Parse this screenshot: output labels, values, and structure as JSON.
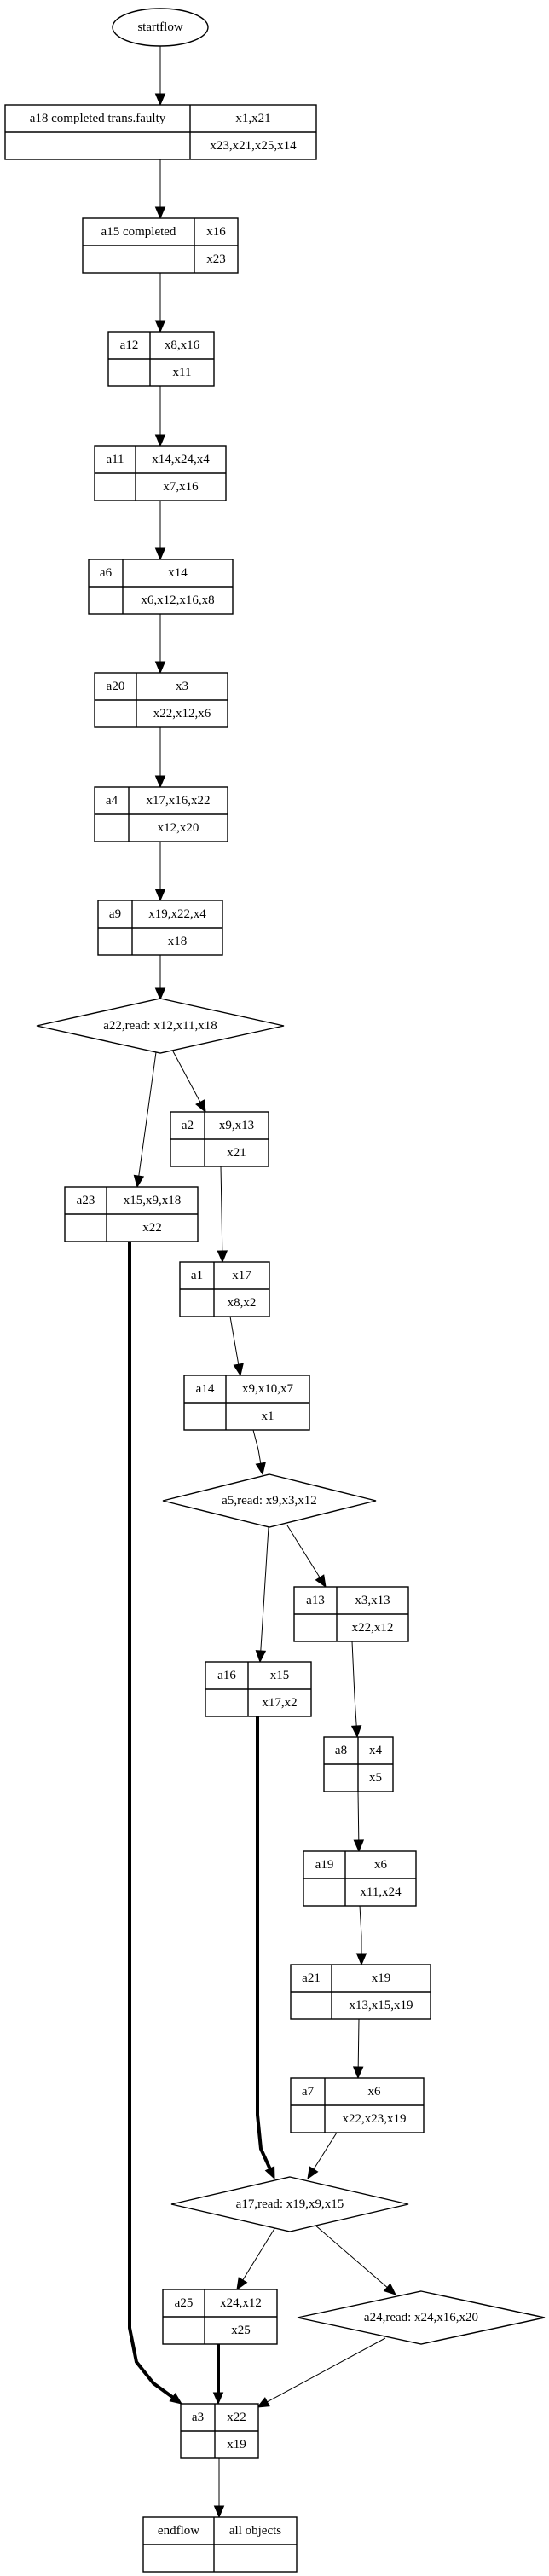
{
  "diagram": {
    "type": "process-flow",
    "start": {
      "id": "startflow",
      "label": "startflow",
      "shape": "ellipse"
    },
    "nodes": [
      {
        "id": "a18",
        "shape": "record",
        "name": "a18 completed trans.faulty",
        "top": "x1,x21",
        "bottom": "x23,x21,x25,x14"
      },
      {
        "id": "a15",
        "shape": "record",
        "name": "a15 completed",
        "top": "x16",
        "bottom": "x23"
      },
      {
        "id": "a12",
        "shape": "record",
        "name": "a12",
        "top": "x8,x16",
        "bottom": "x11"
      },
      {
        "id": "a11",
        "shape": "record",
        "name": "a11",
        "top": "x14,x24,x4",
        "bottom": "x7,x16"
      },
      {
        "id": "a6",
        "shape": "record",
        "name": "a6",
        "top": "x14",
        "bottom": "x6,x12,x16,x8"
      },
      {
        "id": "a20",
        "shape": "record",
        "name": "a20",
        "top": "x3",
        "bottom": "x22,x12,x6"
      },
      {
        "id": "a4",
        "shape": "record",
        "name": "a4",
        "top": "x17,x16,x22",
        "bottom": "x12,x20"
      },
      {
        "id": "a9",
        "shape": "record",
        "name": "a9",
        "top": "x19,x22,x4",
        "bottom": "x18"
      },
      {
        "id": "a22",
        "shape": "diamond",
        "label": "a22,read: x12,x11,x18"
      },
      {
        "id": "a2",
        "shape": "record",
        "name": "a2",
        "top": "x9,x13",
        "bottom": "x21"
      },
      {
        "id": "a23",
        "shape": "record",
        "name": "a23",
        "top": "x15,x9,x18",
        "bottom": "x22"
      },
      {
        "id": "a1",
        "shape": "record",
        "name": "a1",
        "top": "x17",
        "bottom": "x8,x2"
      },
      {
        "id": "a14",
        "shape": "record",
        "name": "a14",
        "top": "x9,x10,x7",
        "bottom": "x1"
      },
      {
        "id": "a5",
        "shape": "diamond",
        "label": "a5,read: x9,x3,x12"
      },
      {
        "id": "a13",
        "shape": "record",
        "name": "a13",
        "top": "x3,x13",
        "bottom": "x22,x12"
      },
      {
        "id": "a16",
        "shape": "record",
        "name": "a16",
        "top": "x15",
        "bottom": "x17,x2"
      },
      {
        "id": "a8",
        "shape": "record",
        "name": "a8",
        "top": "x4",
        "bottom": "x5"
      },
      {
        "id": "a19",
        "shape": "record",
        "name": "a19",
        "top": "x6",
        "bottom": "x11,x24"
      },
      {
        "id": "a21",
        "shape": "record",
        "name": "a21",
        "top": "x19",
        "bottom": "x13,x15,x19"
      },
      {
        "id": "a7",
        "shape": "record",
        "name": "a7",
        "top": "x6",
        "bottom": "x22,x23,x19"
      },
      {
        "id": "a17",
        "shape": "diamond",
        "label": "a17,read: x19,x9,x15"
      },
      {
        "id": "a25",
        "shape": "record",
        "name": "a25",
        "top": "x24,x12",
        "bottom": "x25"
      },
      {
        "id": "a24",
        "shape": "diamond",
        "label": "a24,read: x24,x16,x20"
      },
      {
        "id": "a3",
        "shape": "record",
        "name": "a3",
        "top": "x22",
        "bottom": "x19"
      },
      {
        "id": "endflow",
        "shape": "record",
        "name": "endflow",
        "top": "all objects",
        "bottom": ""
      }
    ],
    "edges": [
      {
        "from": "startflow",
        "to": "a18",
        "bold": false
      },
      {
        "from": "a18",
        "to": "a15",
        "bold": false
      },
      {
        "from": "a15",
        "to": "a12",
        "bold": false
      },
      {
        "from": "a12",
        "to": "a11",
        "bold": false
      },
      {
        "from": "a11",
        "to": "a6",
        "bold": false
      },
      {
        "from": "a6",
        "to": "a20",
        "bold": false
      },
      {
        "from": "a20",
        "to": "a4",
        "bold": false
      },
      {
        "from": "a4",
        "to": "a9",
        "bold": false
      },
      {
        "from": "a9",
        "to": "a22",
        "bold": false
      },
      {
        "from": "a22",
        "to": "a23",
        "bold": false
      },
      {
        "from": "a22",
        "to": "a2",
        "bold": false
      },
      {
        "from": "a2",
        "to": "a1",
        "bold": false
      },
      {
        "from": "a1",
        "to": "a14",
        "bold": false
      },
      {
        "from": "a14",
        "to": "a5",
        "bold": false
      },
      {
        "from": "a5",
        "to": "a16",
        "bold": false
      },
      {
        "from": "a5",
        "to": "a13",
        "bold": false
      },
      {
        "from": "a13",
        "to": "a8",
        "bold": false
      },
      {
        "from": "a8",
        "to": "a19",
        "bold": false
      },
      {
        "from": "a19",
        "to": "a21",
        "bold": false
      },
      {
        "from": "a21",
        "to": "a7",
        "bold": false
      },
      {
        "from": "a16",
        "to": "a17",
        "bold": true
      },
      {
        "from": "a7",
        "to": "a17",
        "bold": false
      },
      {
        "from": "a17",
        "to": "a25",
        "bold": false
      },
      {
        "from": "a17",
        "to": "a24",
        "bold": false
      },
      {
        "from": "a23",
        "to": "a3",
        "bold": true
      },
      {
        "from": "a25",
        "to": "a3",
        "bold": true
      },
      {
        "from": "a24",
        "to": "a3",
        "bold": false
      },
      {
        "from": "a3",
        "to": "endflow",
        "bold": false
      }
    ]
  }
}
